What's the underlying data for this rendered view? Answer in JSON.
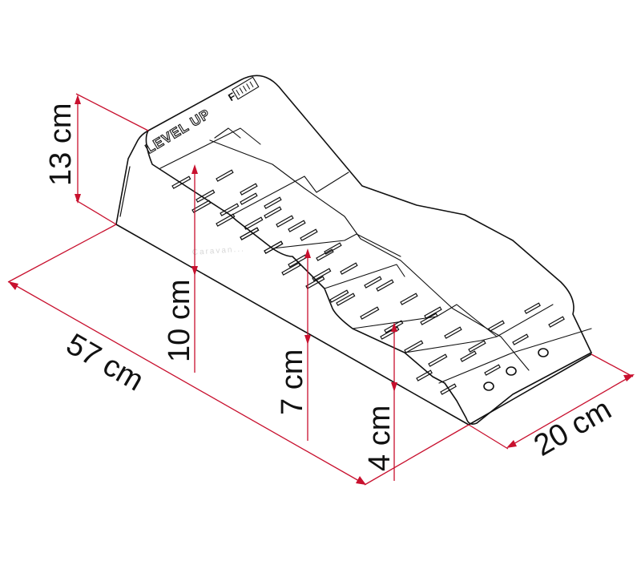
{
  "product": {
    "brand_label": "LEVEL UP",
    "logo_mark": "F"
  },
  "watermark": "Caravan...",
  "dimensions": {
    "height_total": "13 cm",
    "length": "57 cm",
    "width": "20 cm",
    "step_high": "10 cm",
    "step_mid": "7 cm",
    "step_low": "4 cm"
  },
  "colors": {
    "dimension_line": "#c8102e",
    "outline": "#111111",
    "background": "#ffffff"
  }
}
